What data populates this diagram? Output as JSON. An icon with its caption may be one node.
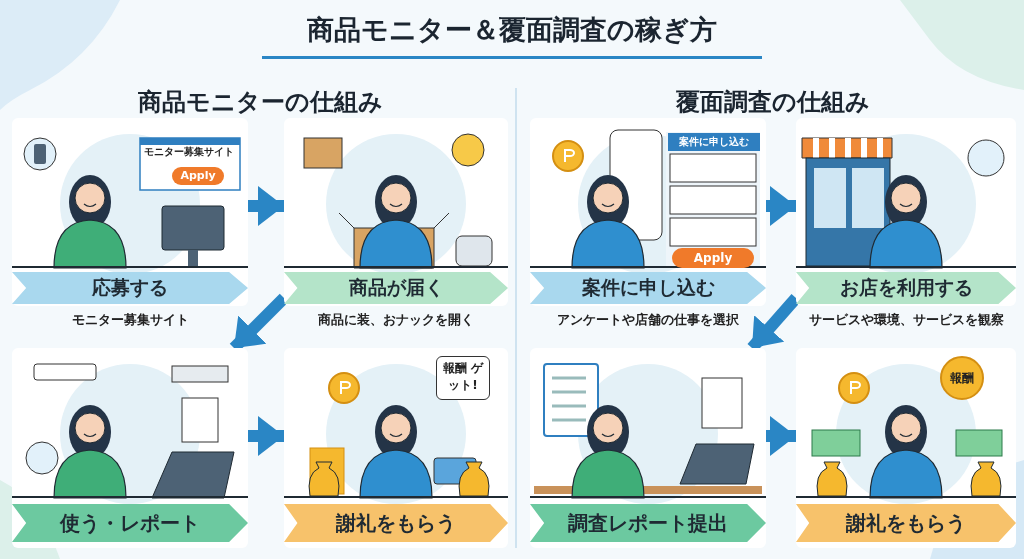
{
  "diagram": {
    "title": "商品モニター＆覆面調査の稼ぎ方",
    "nodes": [
      {
        "text": [
          "応募する"
        ],
        "beside": [
          "モニター募集サイト"
        ]
      },
      {
        "text": [
          "商品が届く"
        ],
        "beside": [
          "商品に装、おナックを開く"
        ]
      },
      {
        "text": [
          "使う・レポート"
        ]
      },
      {
        "text": [
          "謝礼をもらう"
        ]
      },
      {
        "text": [
          "案件に申し込む"
        ],
        "beside": [
          "アンケートや店舗の仕事を選択"
        ]
      },
      {
        "text": [
          "お店を利用する"
        ],
        "beside": [
          "サービスや環境、サービスを観察"
        ]
      },
      {
        "text": [
          "調査レポート提出"
        ]
      },
      {
        "text": [
          "謝礼をもらう"
        ]
      }
    ],
    "edges": [
      {
        "from": 0,
        "to": 1,
        "arrow": "to"
      },
      {
        "from": 1,
        "to": 2,
        "arrow": "to"
      },
      {
        "from": 2,
        "to": 3,
        "arrow": "to"
      },
      {
        "from": 4,
        "to": 5,
        "arrow": "to"
      },
      {
        "from": 5,
        "to": 6,
        "arrow": "to"
      },
      {
        "from": 6,
        "to": 7,
        "arrow": "to"
      }
    ],
    "labels": [
      "商品モニターの仕組み",
      "覆面調査の仕組み",
      "モニター募集サイト",
      "Apply",
      "案件に申し込む",
      "Apply",
      "報酬 ゲット!",
      "報酬"
    ]
  }
}
